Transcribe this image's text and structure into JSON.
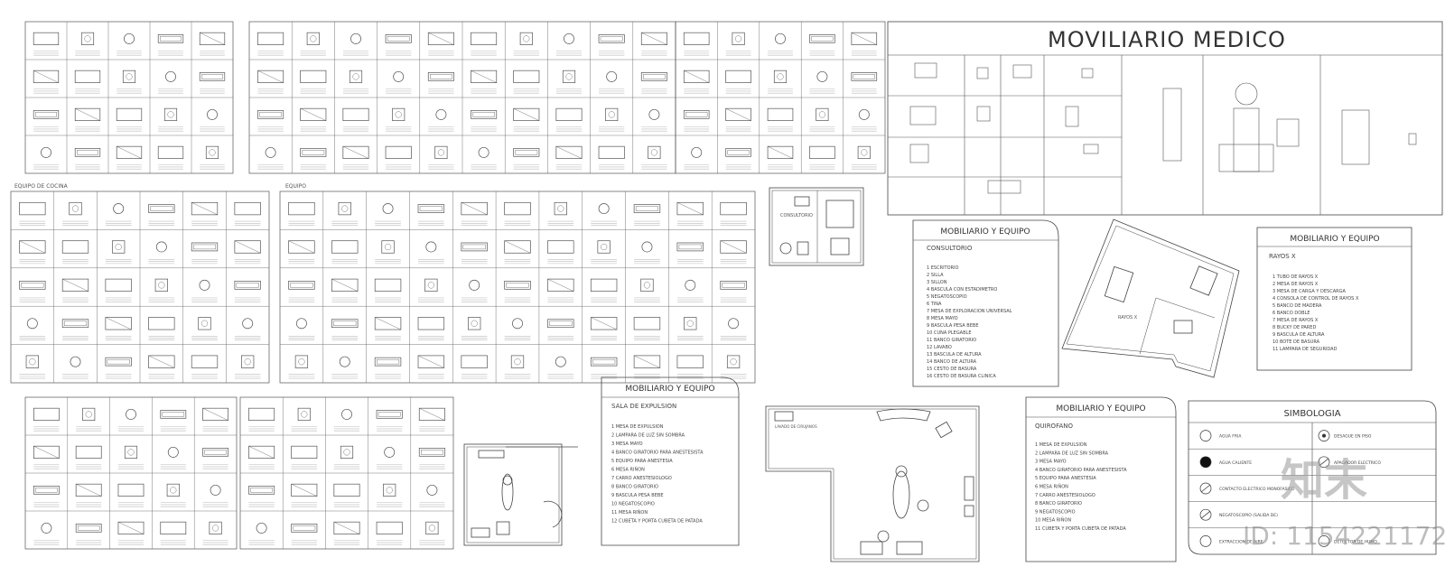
{
  "main_title": "MOVILIARIO MEDICO",
  "group_titles": [
    "EQUIPO DE COCINA",
    "EQUIPO"
  ],
  "panels": {
    "consultorio": {
      "header": "MOBILIARIO Y EQUIPO",
      "subtitle": "CONSULTORIO",
      "items": [
        "1 ESCRITORIO",
        "2 SILLA",
        "3 SILLON",
        "4 BASCULA CON ESTADIMETRO",
        "5 NEGATOSCOPIO",
        "6 TINA",
        "7 MESA DE EXPLORACION UNIVERSAL",
        "8 MESA MAYO",
        "9 BASCULA PESA BEBE",
        "10 CUNA PLEGABLE",
        "11 BANCO GIRATORIO",
        "12 LAVABO",
        "13 BASCULA DE ALTURA",
        "14 BANCO DE ALTURA",
        "15 CESTO DE BASURA",
        "16 CESTO DE BASURA CLINICA"
      ]
    },
    "rayos_x": {
      "header": "MOBILIARIO Y EQUIPO",
      "subtitle": "RAYOS X",
      "items": [
        "1 TUBO DE RAYOS X",
        "2 MESA DE RAYOS X",
        "3 MESA DE CARGA Y DESCARGA",
        "4 CONSOLA DE CONTROL DE RAYOS X",
        "5 BANCO DE MADERA",
        "6 BANCO DOBLE",
        "7 MESA DE RAYOS X",
        "8 BUCKY DE PARED",
        "9 BASCULA DE ALTURA",
        "10 BOTE DE BASURA",
        "11 LAMPARA DE SEGURIDAD"
      ]
    },
    "expulsion": {
      "header": "MOBILIARIO Y EQUIPO",
      "subtitle": "SALA DE EXPULSION",
      "items": [
        "1 MESA DE EXPULSION",
        "2 LAMPARA DE LUZ SIN SOMBRA",
        "3 MESA MAYO",
        "4 BANCO GIRATORIO PARA ANESTESISTA",
        "5 EQUIPO PARA ANESTESIA",
        "6 MESA RIÑON",
        "7 CARRO ANESTESIOLOGO",
        "8 BANCO GIRATORIO",
        "9 BASCULA PESA BEBE",
        "10 NEGATOSCOPIO",
        "11 MESA RIÑON",
        "12 CUBETA Y PORTA CUBETA DE PATADA"
      ]
    },
    "quirofano": {
      "header": "MOBILIARIO Y EQUIPO",
      "subtitle": "QUIROFANO",
      "items": [
        "1 MESA DE EXPULSION",
        "2 LAMPARA DE LUZ SIN SOMBRA",
        "3 MESA MAYO",
        "4 BANCO GIRATORIO PARA ANESTESISTA",
        "5 EQUIPO PARA ANESTESIA",
        "6 MESA RIÑON",
        "7 CARRO ANESTESIOLOGO",
        "8 BANCO GIRATORIO",
        "9 NEGATOSCOPIO",
        "10 MESA RIÑON",
        "11 CUBETA Y PORTA CUBETA DE PATADA"
      ]
    },
    "simbologia": {
      "header": "SIMBOLOGIA",
      "rows": [
        {
          "left": "AGUA FRIA",
          "right": "DESAGUE EN PISO"
        },
        {
          "left": "AGUA CALIENTE",
          "right": "APAGADOR ELECTRICO"
        },
        {
          "left": "CONTACTO ELECTRICO MONOFASICO",
          "right": ""
        },
        {
          "left": "NEGATOSCOPIO (SALIDA DE)",
          "right": ""
        },
        {
          "left": "EXTRACCION DE AIRE",
          "right": "DETECTOR DE HUMO"
        }
      ]
    }
  },
  "plan_labels": {
    "consultorio": "CONSULTORIO",
    "rayos_x": "RAYOS X",
    "expulsion": "LAVADO DE CIRUJANOS"
  },
  "watermark": {
    "brand": "知末",
    "id": "ID: 1154221172"
  }
}
